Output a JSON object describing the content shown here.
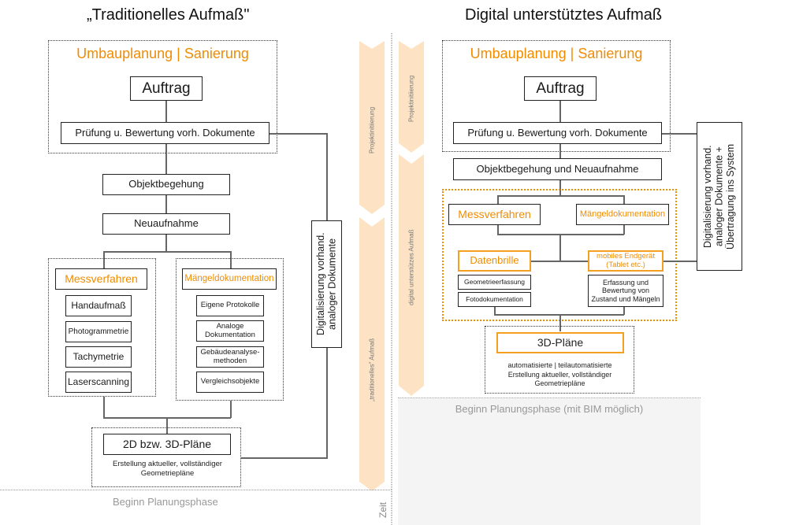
{
  "left": {
    "title": "„Traditionelles Aufmaß\"",
    "group_title": "Umbauplanung | Sanierung",
    "auftrag": "Auftrag",
    "pruefung": "Prüfung u. Bewertung vorh. Dokumente",
    "objektbegehung": "Objektbegehung",
    "neuaufnahme": "Neuaufnahme",
    "messverfahren": {
      "title": "Messverfahren",
      "items": [
        "Handaufmaß",
        "Photogrammetrie",
        "Tachymetrie",
        "Laserscanning"
      ]
    },
    "maengel": {
      "title": "Mängeldokumentation",
      "items": [
        "Eigene Protokolle",
        "Analoge Dokumentation",
        "Gebäudeanalyse-methoden",
        "Vergleichsobjekte"
      ]
    },
    "plaene": "2D bzw. 3D-Pläne",
    "plaene_caption": "Erstellung aktueller, vollständiger Geometriepläne",
    "digitalisierung": "Digitalisierung vorhand. analoger Dokumente",
    "phase": "Beginn Planungsphase"
  },
  "timeline": {
    "left_arrows": [
      "Projektinitiierung",
      "„traditionelles\" Aufmaß"
    ],
    "right_arrows": [
      "Projektinitiierung",
      "digital unterstützes Aufmaß"
    ],
    "axis_label": "Zeit"
  },
  "right": {
    "title": "Digital unterstütztes Aufmaß",
    "group_title": "Umbauplanung | Sanierung",
    "auftrag": "Auftrag",
    "pruefung": "Prüfung u. Bewertung vorh. Dokumente",
    "objektbegehung": "Objektbegehung und Neuaufnahme",
    "messverfahren": "Messverfahren",
    "maengel": "Mängeldokumentation",
    "datenbrille": {
      "title": "Datenbrille",
      "items": [
        "Geometrieerfassung",
        "Fotodokumentation"
      ]
    },
    "mobil": {
      "title": "mobiles Endgerät (Tablet etc.)",
      "items": [
        "Erfassung und Bewertung von Zustand und Mängeln"
      ]
    },
    "plaene": "3D-Pläne",
    "plaene_caption": "automatisierte | teilautomatisierte Erstellung aktueller, vollständiger Geometriepläne",
    "digitalisierung": "Digitalisierung vorhand. analoger Dokumente + Übertragung ins System",
    "phase": "Beginn Planungsphase (mit BIM möglich)"
  },
  "colors": {
    "accent": "#f08c00",
    "arrow_fill": "#fde3c4",
    "phase_bg": "#f4f4f4",
    "line": "#666666"
  }
}
